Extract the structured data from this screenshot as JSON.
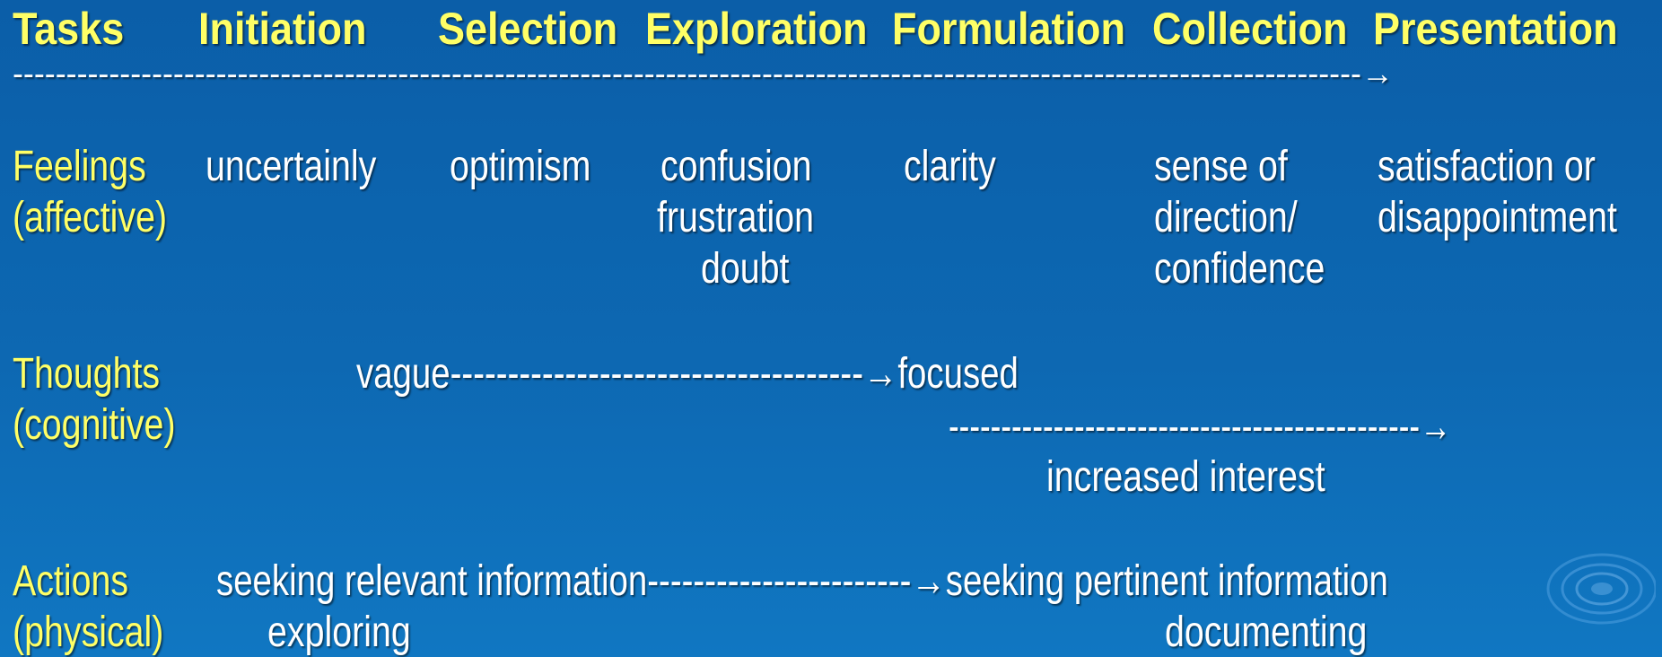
{
  "tasks_row": {
    "label": "Tasks",
    "stages": [
      "Initiation",
      "Selection",
      "Exploration",
      "Formulation",
      "Collection",
      "Presentation"
    ],
    "arrow": "------------------------------------------------------------------------------------------------------------------------------→"
  },
  "feelings_row": {
    "label_line1": "Feelings",
    "label_line2": "(affective)",
    "items": [
      "uncertainly",
      "optimism",
      "confusion",
      "frustration",
      "doubt",
      "clarity",
      "sense of",
      "direction/",
      "confidence",
      "satisfaction or",
      "disappointment"
    ]
  },
  "thoughts_row": {
    "label_line1": "Thoughts",
    "label_line2": "(cognitive)",
    "line1": "vague------------------------------------→focused",
    "line2": "---------------------------------------------→",
    "line3": "increased interest"
  },
  "actions_row": {
    "label_line1": "Actions",
    "label_line2": "(physical)",
    "line1": "seeking relevant information-----------------------→seeking pertinent information",
    "sub_left": "exploring",
    "sub_right": "documenting"
  },
  "colors": {
    "background": "#0d68b2",
    "label": "#ffff66",
    "text": "#ffffff"
  },
  "decoration": {
    "icon": "water-ripple-icon"
  }
}
